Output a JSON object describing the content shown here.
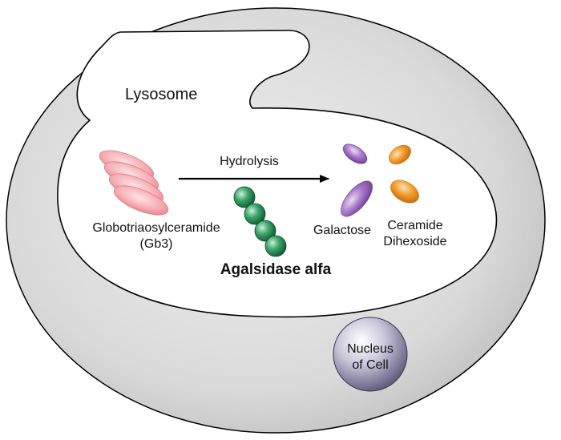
{
  "compartments": {
    "lysosome_label": "Lysosome",
    "nucleus_label_line1": "Nucleus",
    "nucleus_label_line2": "of Cell"
  },
  "substrate": {
    "name": "Globotriaosylceramide",
    "abbrev": "(Gb3)"
  },
  "reaction": {
    "label": "Hydrolysis"
  },
  "enzyme": {
    "name": "Agalsidase alfa"
  },
  "products": {
    "galactose": "Galactose",
    "ceramide_line1": "Ceramide",
    "ceramide_line2": "Dihexoside"
  },
  "colors": {
    "cell_fill": "#dcdcdc",
    "lysosome_fill": "#ffffff",
    "substrate_pink": "#f4a3a8",
    "enzyme_green": "#2e8b57",
    "galactose_purple": "#9b6ab8",
    "ceramide_orange": "#f29a2e",
    "nucleus_purple": "#8b86a8"
  }
}
